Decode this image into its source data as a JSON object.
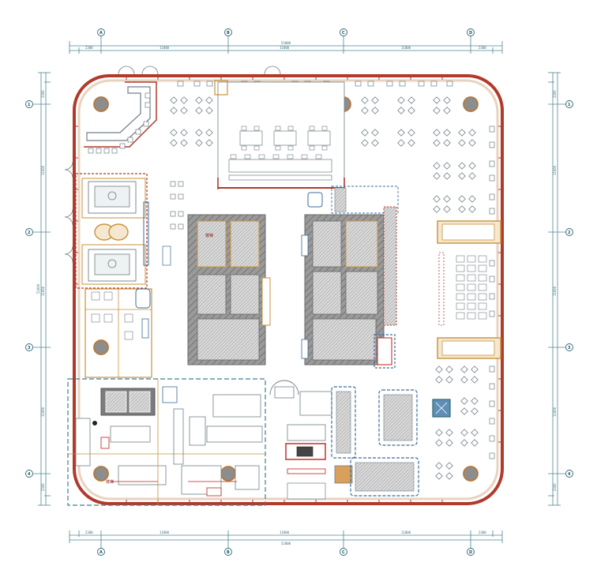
{
  "colors": {
    "background": "#ffffff",
    "dimension_line": "#4f8795",
    "axis_bubble": "#2d6878",
    "exterior_wall": "#b23a2a",
    "wall_fill": "#e8d3c0",
    "interior_wall": "#c9923a",
    "core_hatch": "#7c7c7c",
    "core_fill": "#a9a9a9",
    "furniture": "#6f7f86",
    "zone_dash": "#3f7f8f",
    "column": "#8d8d8d",
    "column_ring": "#b7793b",
    "red_accent": "#c41e1e",
    "blue_accent": "#3a6e9c"
  },
  "dimensions": {
    "top_total": "52000",
    "top_segments": [
      "2300",
      "11000",
      "11000",
      "11000",
      "2300"
    ],
    "bottom_total": "52000",
    "bottom_segments": [
      "2300",
      "11000",
      "11000",
      "11000",
      "2300"
    ],
    "left_total": "52000",
    "left_segments": [
      "2300",
      "11000",
      "11000",
      "11000",
      "2300"
    ],
    "right_segments": [
      "2300",
      "11000",
      "11000",
      "11000",
      "2300"
    ]
  },
  "grid_axes": {
    "columns": [
      "A",
      "B",
      "C",
      "D"
    ],
    "rows": [
      "1",
      "2",
      "3",
      "4"
    ]
  },
  "room_labels": {
    "stair_left": "楼梯",
    "stair_bottom": "楼梯"
  }
}
